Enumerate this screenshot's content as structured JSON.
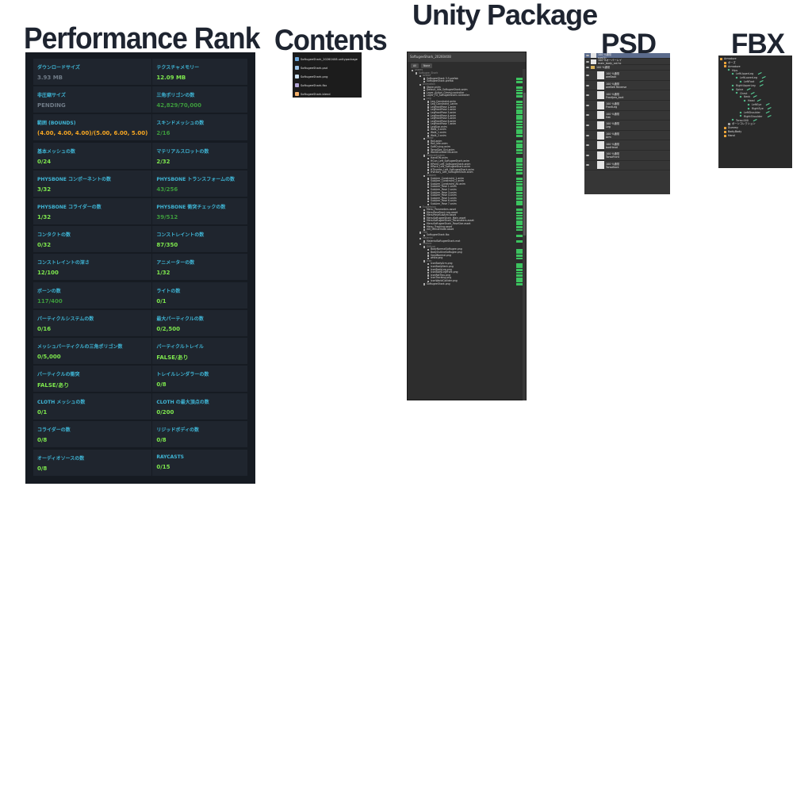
{
  "headings": {
    "performance": "Performance Rank",
    "contents": "Contents",
    "unity": "Unity Package",
    "psd": "PSD",
    "fbx": "FBX"
  },
  "performance": {
    "stats": [
      {
        "label": "ダウンロードサイズ",
        "value": "3.93 MB",
        "color": "gray"
      },
      {
        "label": "テクスチャメモリー",
        "value": "12.09 MB",
        "color": "green"
      },
      {
        "label": "非圧縮サイズ",
        "value": "PENDING",
        "color": "gray"
      },
      {
        "label": "三角ポリゴンの数",
        "value": "42,829/70,000",
        "color": "dgreen"
      },
      {
        "label": "範囲 (BOUNDS)",
        "value": "(4.00, 4.00, 4.00)/(5.00, 6.00, 5.00)",
        "color": "orange"
      },
      {
        "label": "スキンドメッシュの数",
        "value": "2/16",
        "color": "dgreen"
      },
      {
        "label": "基本メッシュの数",
        "value": "0/24",
        "color": "green"
      },
      {
        "label": "マテリアルスロットの数",
        "value": "2/32",
        "color": "green"
      },
      {
        "label": "PHYSBONE コンポーネントの数",
        "value": "3/32",
        "color": "green"
      },
      {
        "label": "PHYSBONE トランスフォームの数",
        "value": "43/256",
        "color": "dgreen"
      },
      {
        "label": "PHYSBONE コライダーの数",
        "value": "1/32",
        "color": "green"
      },
      {
        "label": "PHYSBONE 衝突チェックの数",
        "value": "39/512",
        "color": "dgreen"
      },
      {
        "label": "コンタクトの数",
        "value": "0/32",
        "color": "green"
      },
      {
        "label": "コンストレイントの数",
        "value": "87/350",
        "color": "green"
      },
      {
        "label": "コンストレイントの深さ",
        "value": "12/100",
        "color": "green"
      },
      {
        "label": "アニメーターの数",
        "value": "1/32",
        "color": "green"
      },
      {
        "label": "ボーンの数",
        "value": "117/400",
        "color": "dgreen"
      },
      {
        "label": "ライトの数",
        "value": "0/1",
        "color": "green"
      },
      {
        "label": "パーティクルシステムの数",
        "value": "0/16",
        "color": "green"
      },
      {
        "label": "最大パーティクルの数",
        "value": "0/2,500",
        "color": "green"
      },
      {
        "label": "メッシュパーティクルの三角ポリゴン数",
        "value": "0/5,000",
        "color": "green"
      },
      {
        "label": "パーティクルトレイル",
        "value": "FALSE/あり",
        "color": "green"
      },
      {
        "label": "パーティクルの衝突",
        "value": "FALSE/あり",
        "color": "green"
      },
      {
        "label": "トレイルレンダラーの数",
        "value": "0/8",
        "color": "green"
      },
      {
        "label": "CLOTH メッシュの数",
        "value": "0/1",
        "color": "green"
      },
      {
        "label": "CLOTH の最大頂点の数",
        "value": "0/200",
        "color": "green"
      },
      {
        "label": "コライダーの数",
        "value": "0/8",
        "color": "green"
      },
      {
        "label": "リジッドボディの数",
        "value": "0/8",
        "color": "green"
      },
      {
        "label": "オーディオソースの数",
        "value": "0/8",
        "color": "green"
      },
      {
        "label": "RAYCASTS",
        "value": "0/15",
        "color": "green"
      }
    ]
  },
  "contents": {
    "files": [
      {
        "name": "SoftugeeShark_20260408.unitypackage",
        "icon_color": "#6fa8dc"
      },
      {
        "name": "SoftugeeShark.psd",
        "icon_color": "#9fc5e8"
      },
      {
        "name": "SoftugeeShark.png",
        "icon_color": "#cfe2f3"
      },
      {
        "name": "SoftugeeShark.fbx",
        "icon_color": "#b4a7d6"
      },
      {
        "name": "SoftugeeShark.blend",
        "icon_color": "#f6b26b"
      }
    ]
  },
  "unity": {
    "title": "SoftugeeShark_20260408",
    "btn_all": "All",
    "btn_none": "None",
    "rows": [
      {
        "d": 0,
        "t": "Assets",
        "f": true
      },
      {
        "d": 1,
        "t": "Softugee_Shark",
        "f": true
      },
      {
        "d": 2,
        "t": "Avatar",
        "f": true
      },
      {
        "d": 3,
        "t": "SoftugeeShark 3.3.prefab",
        "n": true
      },
      {
        "d": 3,
        "t": "SoftugeeShark.prefab",
        "n": true
      },
      {
        "d": 2,
        "t": "Animation",
        "f": true
      },
      {
        "d": 3,
        "t": "Stone.anim",
        "n": true
      },
      {
        "d": 3,
        "t": "Default_Idle_SoftugeeShark.anim",
        "n": true
      },
      {
        "d": 3,
        "t": "Layer_Action_Gimmi.controller",
        "n": true
      },
      {
        "d": 3,
        "t": "Layer_FX_SoftugeeShark.controller",
        "n": true
      },
      {
        "d": 3,
        "t": "Leg",
        "f": true
      },
      {
        "d": 4,
        "t": "Leg_Constraint.anim",
        "n": true
      },
      {
        "d": 4,
        "t": "Leg_Constraint_Lanim",
        "n": true
      },
      {
        "d": 4,
        "t": "LegFrontPose 1.anim",
        "n": true
      },
      {
        "d": 4,
        "t": "LegFrontPose 2.anim",
        "n": true
      },
      {
        "d": 4,
        "t": "LegFrontPose 3.anim",
        "n": true
      },
      {
        "d": 4,
        "t": "LegFrontPose 4.anim",
        "n": true
      },
      {
        "d": 4,
        "t": "LegFrontPose 5.anim",
        "n": true
      },
      {
        "d": 4,
        "t": "LegFrontPose 6.anim",
        "n": true
      },
      {
        "d": 4,
        "t": "LegFrontPose 7.anim",
        "n": true
      },
      {
        "d": 4,
        "t": "LegSize.anim",
        "n": true
      },
      {
        "d": 4,
        "t": "Walk_0.anim",
        "n": true
      },
      {
        "d": 4,
        "t": "Walk_1.anim",
        "n": true
      },
      {
        "d": 4,
        "t": "Walk_2.anim",
        "n": true
      },
      {
        "d": 3,
        "t": "Other",
        "f": true
      },
      {
        "d": 4,
        "t": "Roll.anim",
        "n": true
      },
      {
        "d": 4,
        "t": "Roll_Idle.anim",
        "n": true
      },
      {
        "d": 4,
        "t": "SoftCrying.anim",
        "n": true
      },
      {
        "d": 4,
        "t": "TorsoSize_Gizi.anim",
        "n": true
      },
      {
        "d": 4,
        "t": "WorldColliderON.anim",
        "n": true
      },
      {
        "d": 3,
        "t": "ParticleSystem",
        "f": true
      },
      {
        "d": 4,
        "t": "HandON.anim",
        "n": true
      },
      {
        "d": 4,
        "t": "HGun_Left_SoftugeeShark.anim",
        "n": true
      },
      {
        "d": 4,
        "t": "HPoint_Left_SoftugeeShark.anim",
        "n": true
      },
      {
        "d": 4,
        "t": "HRock_Left_SoftugeeShark.anim",
        "n": true
      },
      {
        "d": 4,
        "t": "HThumbs_Left_SoftugeeShark.anim",
        "n": true
      },
      {
        "d": 4,
        "t": "HVictory_Left_SoftugeeShark.anim",
        "n": true
      },
      {
        "d": 3,
        "t": "SubArm",
        "f": true
      },
      {
        "d": 4,
        "t": "SubArm_Constraint_1.anim",
        "n": true
      },
      {
        "d": 4,
        "t": "SubArm_Constraint_2.anim",
        "n": true
      },
      {
        "d": 4,
        "t": "SubArm_Constraint_All.anim",
        "n": true
      },
      {
        "d": 4,
        "t": "SubArm_Pose 1.anim",
        "n": true
      },
      {
        "d": 4,
        "t": "SubArm_Pose 2.anim",
        "n": true
      },
      {
        "d": 4,
        "t": "SubArm_Pose 3.anim",
        "n": true
      },
      {
        "d": 4,
        "t": "SubArm_Pose 4.anim",
        "n": true
      },
      {
        "d": 4,
        "t": "SubArm_Pose 5.anim",
        "n": true
      },
      {
        "d": 4,
        "t": "SubArm_Pose 6.anim",
        "n": true
      },
      {
        "d": 4,
        "t": "SubArm_Pose 7.anim",
        "n": true
      },
      {
        "d": 2,
        "t": "Expression",
        "f": true
      },
      {
        "d": 3,
        "t": "Menu_Parameters.asset",
        "n": true
      },
      {
        "d": 3,
        "t": "MenuPoseFront.Leg.asset",
        "n": true
      },
      {
        "d": 3,
        "t": "MenuPoseSubArm.asset",
        "n": true
      },
      {
        "d": 3,
        "t": "MenuSoftugeeShark_Main.asset",
        "n": true
      },
      {
        "d": 3,
        "t": "MenuSoftugeeShark_Parameters.asset",
        "n": true
      },
      {
        "d": 3,
        "t": "MenuSoftugeeShark_PoseSize.asset",
        "n": true
      },
      {
        "d": 3,
        "t": "Menu_Tracking.asset",
        "n": true
      },
      {
        "d": 3,
        "t": "ext_MenuEmote.asset",
        "n": true
      },
      {
        "d": 2,
        "t": "FBX",
        "f": true
      },
      {
        "d": 3,
        "t": "SoftugeeShark.fbx",
        "n": true
      },
      {
        "d": 2,
        "t": "Material",
        "f": true
      },
      {
        "d": 3,
        "t": "MaterialSoftugeeShark.mat",
        "n": true
      },
      {
        "d": 2,
        "t": "Texture",
        "f": true
      },
      {
        "d": 3,
        "t": "Diffuse",
        "f": true
      },
      {
        "d": 4,
        "t": "BodyNormalSoftugee.png",
        "n": true
      },
      {
        "d": 4,
        "t": "BodyOutlineSoftugee.png",
        "n": true
      },
      {
        "d": 4,
        "t": "SandNormal.png",
        "n": true
      },
      {
        "d": 4,
        "t": "white.png",
        "n": true
      },
      {
        "d": 3,
        "t": "Icon",
        "f": true
      },
      {
        "d": 4,
        "t": "IconBodyArm.png",
        "n": true
      },
      {
        "d": 4,
        "t": "IconBodyNeck.png",
        "n": true
      },
      {
        "d": 4,
        "t": "IconBodyLeg.png",
        "n": true
      },
      {
        "d": 4,
        "t": "IconBodyLegFront.png",
        "n": true
      },
      {
        "d": 4,
        "t": "IconRotTrou.png",
        "n": true
      },
      {
        "d": 4,
        "t": "IconTracking.png",
        "n": true
      },
      {
        "d": 4,
        "t": "IconWorldCollider.png",
        "n": true
      },
      {
        "d": 3,
        "t": "SoftugeeShark.png",
        "n": true
      }
    ]
  },
  "psd": {
    "layers": [
      {
        "name": "100 %通常",
        "sub": "sun(1)",
        "sel": true,
        "indent": false
      },
      {
        "name": "100 %オーバーレイ",
        "sub": "main_body_col.hc",
        "sel": false,
        "indent": false
      },
      {
        "name": "100 %通常",
        "sub": "",
        "sel": false,
        "indent": false,
        "folder": true
      },
      {
        "name": "100 %通常",
        "sub": "areBack",
        "sel": false,
        "indent": true
      },
      {
        "name": "100 %通常",
        "sub": "areBelt Reverse",
        "sel": false,
        "indent": true
      },
      {
        "name": "100 %通常",
        "sub": "FrontJaw_bort",
        "sel": false,
        "indent": true
      },
      {
        "name": "100 %通常",
        "sub": "FrontLeg",
        "sel": false,
        "indent": true
      },
      {
        "name": "100 %通常",
        "sub": "Hat",
        "sel": false,
        "indent": true
      },
      {
        "name": "100 %通常",
        "sub": "Leg",
        "sel": false,
        "indent": true
      },
      {
        "name": "100 %通常",
        "sub": "Arm",
        "sel": false,
        "indent": true
      },
      {
        "name": "100 %通常",
        "sub": "bodHead",
        "sel": false,
        "indent": true
      },
      {
        "name": "100 %通常",
        "sub": "TorsoFront",
        "sel": false,
        "indent": true
      },
      {
        "name": "100 %通常",
        "sub": "TorsoBack",
        "sel": false,
        "indent": true
      }
    ]
  },
  "fbx": {
    "nodes": [
      {
        "d": 0,
        "t": "Armature",
        "k": "arm"
      },
      {
        "d": 1,
        "t": "ポーズ",
        "k": "pose"
      },
      {
        "d": 1,
        "t": "Armature",
        "k": "arm"
      },
      {
        "d": 2,
        "t": "Hips",
        "k": "bone"
      },
      {
        "d": 3,
        "t": "LeftUpperLeg",
        "k": "bone"
      },
      {
        "d": 4,
        "t": "LeftLowerLeg",
        "k": "bone"
      },
      {
        "d": 5,
        "t": "LeftFoot",
        "k": "bone"
      },
      {
        "d": 3,
        "t": "RightUpperLeg",
        "k": "bone"
      },
      {
        "d": 3,
        "t": "Spine",
        "k": "bone"
      },
      {
        "d": 4,
        "t": "Chest",
        "k": "bone"
      },
      {
        "d": 5,
        "t": "Neck",
        "k": "bone"
      },
      {
        "d": 6,
        "t": "Head",
        "k": "bone"
      },
      {
        "d": 7,
        "t": "LeftEye",
        "k": "bone"
      },
      {
        "d": 7,
        "t": "RightEye",
        "k": "bone"
      },
      {
        "d": 5,
        "t": "LeftShoulder",
        "k": "bone"
      },
      {
        "d": 5,
        "t": "RightShoulder",
        "k": "bone"
      },
      {
        "d": 3,
        "t": "Torso.000",
        "k": "bone"
      },
      {
        "d": 2,
        "t": "ボーンコレクション",
        "k": "coll"
      },
      {
        "d": 1,
        "t": "Dummy",
        "k": "mesh"
      },
      {
        "d": 1,
        "t": "Body.Body",
        "k": "mesh"
      },
      {
        "d": 1,
        "t": "Hand",
        "k": "mesh"
      }
    ]
  },
  "colors": {
    "green": "#7ee84e",
    "dgreen": "#3d9a3d",
    "gray": "#6f7a86",
    "orange": "#f5a623",
    "label": "#3fb6d6"
  }
}
